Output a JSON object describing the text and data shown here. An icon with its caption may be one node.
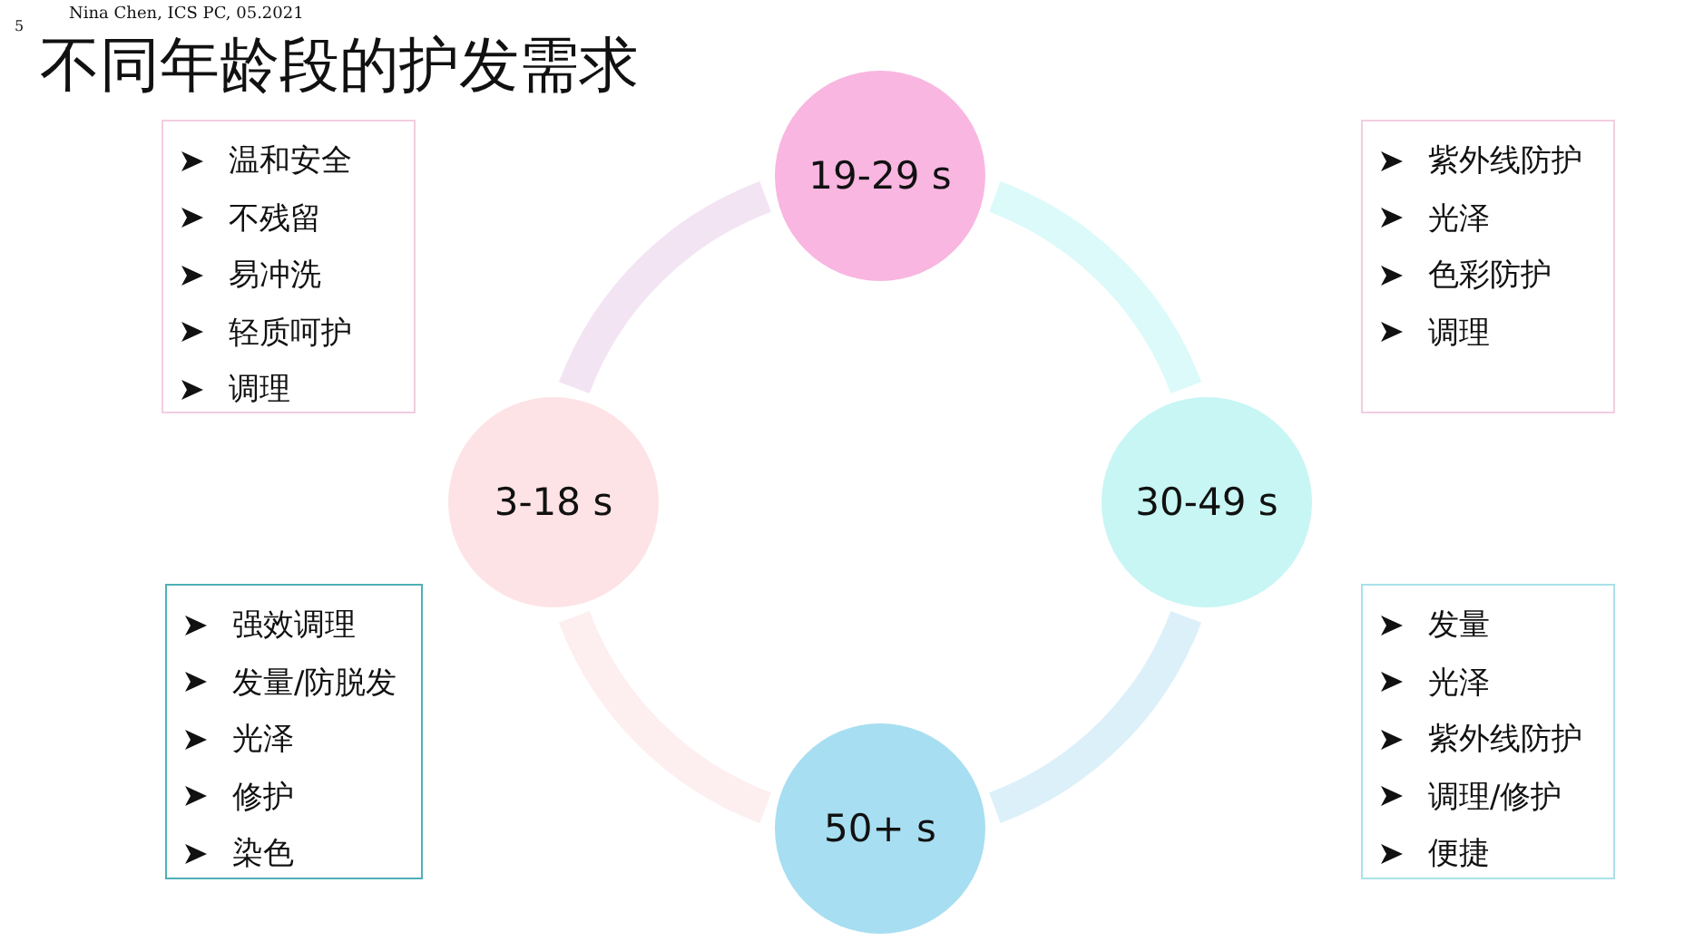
{
  "diagram": {
    "title": "不同年龄段的护发需求",
    "nodes": [
      {
        "text": [
          "温和安全",
          "不残留",
          "易冲洗",
          "轻质呵护",
          "调理"
        ]
      },
      {
        "text": [
          "19-29 s"
        ]
      },
      {
        "text": [
          "紫外线防护",
          "光泽",
          "色彩防护",
          "调理"
        ]
      },
      {
        "text": [
          "3-18 s"
        ]
      },
      {
        "text": [
          "30-49 s"
        ]
      },
      {
        "text": [
          "强效调理",
          "发量/防脱发",
          "光泽",
          "修护",
          "染色"
        ]
      },
      {
        "text": [
          "50+ s"
        ]
      },
      {
        "text": [
          "发量",
          "光泽",
          "紫外线防护",
          "调理/修护",
          "便捷"
        ]
      }
    ],
    "edges": [
      {
        "from": 1,
        "to": 4,
        "arrow": "none"
      },
      {
        "from": 4,
        "to": 6,
        "arrow": "none"
      },
      {
        "from": 6,
        "to": 3,
        "arrow": "none"
      },
      {
        "from": 3,
        "to": 1,
        "arrow": "none"
      }
    ],
    "labels": [
      "Nina Chen, ICS PC, 05.2021",
      "5"
    ]
  }
}
